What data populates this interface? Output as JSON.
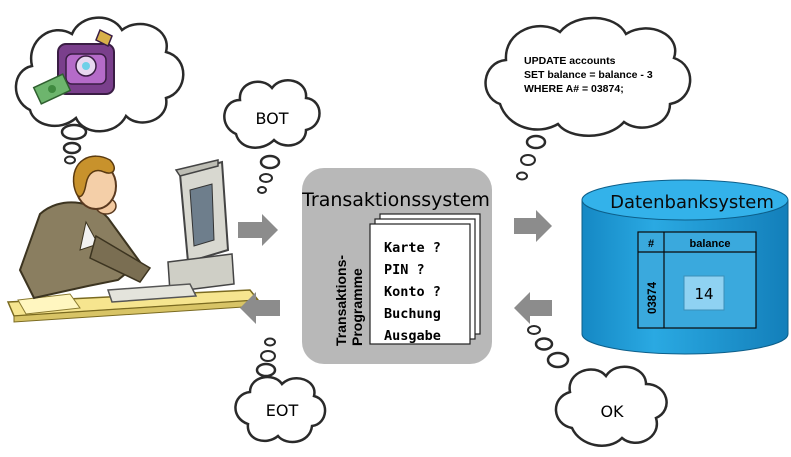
{
  "bubbles": {
    "bot": "BOT",
    "eot": "EOT",
    "ok": "OK",
    "sql": [
      "UPDATE accounts",
      "SET balance = balance - 3",
      "WHERE A# = 03874;"
    ]
  },
  "transaction_system": {
    "title": "Transaktionssystem",
    "programs_label": [
      "Transaktions-",
      "Programme"
    ],
    "steps": [
      "Karte ?",
      "PIN ?",
      "Konto ?",
      "Buchung",
      "Ausgabe"
    ]
  },
  "database_system": {
    "title": "Datenbanksystem",
    "table": {
      "headers": [
        "#",
        "balance"
      ],
      "row_key": "03874",
      "row_value": "14"
    }
  },
  "colors": {
    "cylinder": "#1e9fd6",
    "arrow": "#8c8c8c",
    "transaction_box": "#b8b8b8",
    "table_fill": "#3aa9dd",
    "cell_fill": "#8fd2f2"
  }
}
